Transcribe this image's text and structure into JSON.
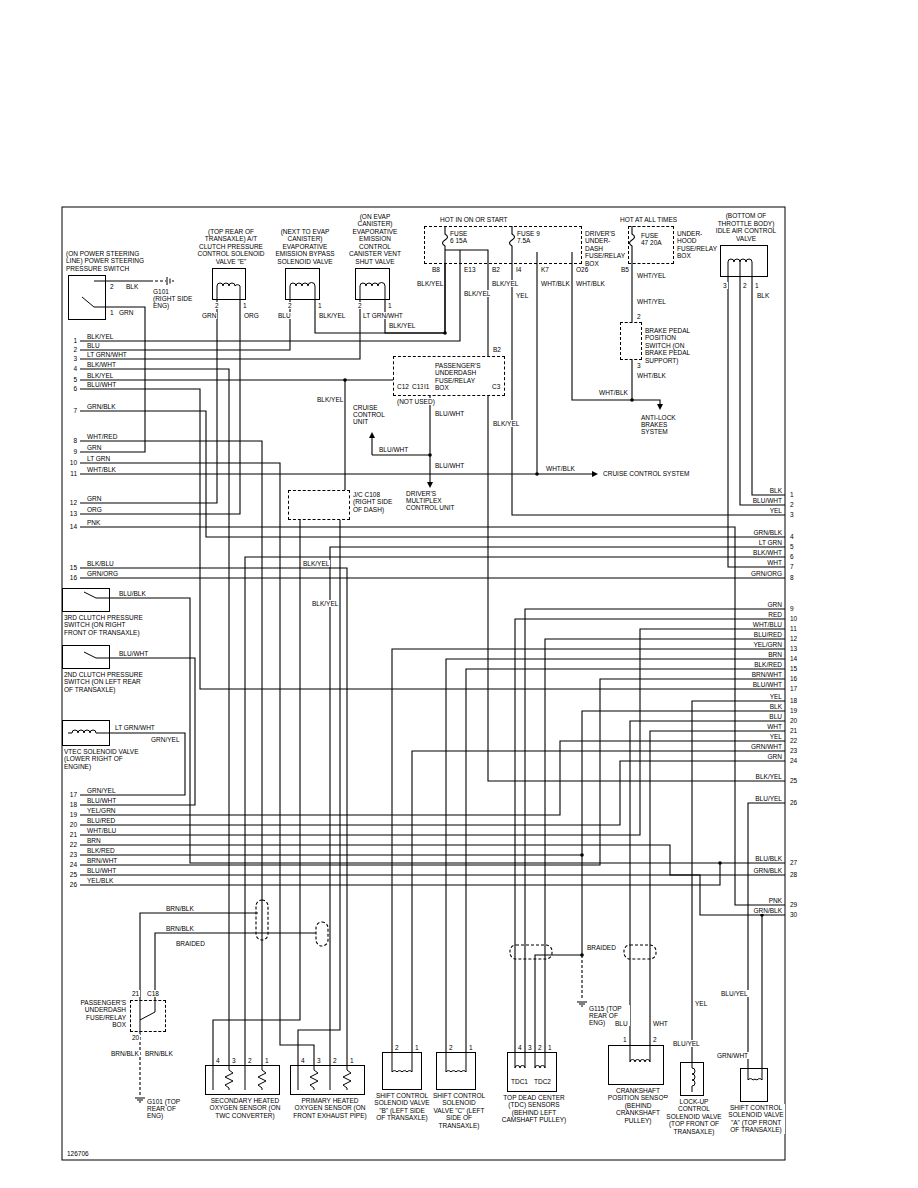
{
  "diagram": {
    "nodes": [
      {
        "text": [
          "(ON POWER STEERING LINE) POWER STEERING PRESSURE SWITCH"
        ]
      },
      {
        "text": [
          "(TOP REAR OF TRANSAXLE) A/T CLUTCH PRESSURE CONTROL SOLENOID VALVE \"E\""
        ]
      },
      {
        "text": [
          "(NEXT TO EVAP CANISTER) EVAPORATIVE EMISSION BYPASS SOLENOID VALVE"
        ]
      },
      {
        "text": [
          "(ON EVAP CANISTER) EVAPORATIVE EMISSION CONTROL CANISTER VENT SHUT VALVE"
        ]
      },
      {
        "text": [
          "HOT IN ON OR START",
          "DRIVER'S UNDER-DASH FUSE/RELAY BOX"
        ]
      },
      {
        "text": [
          "HOT AT ALL TIMES",
          "UNDER-HOOD FUSE/RELAY BOX"
        ]
      },
      {
        "text": [
          "(BOTTOM OF THROTTLE BODY) IDLE AIR CONTROL VALVE"
        ]
      },
      {
        "text": [
          "BRAKE PEDAL POSITION SWITCH (ON BRAKE PEDAL SUPPORT)"
        ]
      },
      {
        "text": [
          "PASSENGER'S UNDERDASH FUSE/RELAY BOX"
        ]
      },
      {
        "text": [
          "J/C C108 (RIGHT SIDE OF DASH)"
        ]
      },
      {
        "text": [
          "3RD CLUTCH PRESSURE SWITCH (ON RIGHT FRONT OF TRANSAXLE)"
        ]
      },
      {
        "text": [
          "2ND CLUTCH PRESSURE SWITCH (ON LEFT REAR OF TRANSAXLE)"
        ]
      },
      {
        "text": [
          "VTEC SOLENOID VALVE (LOWER RIGHT OF ENGINE)"
        ]
      },
      {
        "text": [
          "PASSENGER'S UNDERDASH FUSE/RELAY BOX"
        ]
      },
      {
        "text": [
          "SECONDARY HEATED OXYGEN SENSOR (ON TWC CONVERTER)"
        ]
      },
      {
        "text": [
          "PRIMARY HEATED OXYGEN SENSOR (ON FRONT EXHAUST PIPE)"
        ]
      },
      {
        "text": [
          "SHIFT CONTROL SOLENOID VALVE \"B\" (LEFT SIDE OF TRANSAXLE)"
        ]
      },
      {
        "text": [
          "SHIFT CONTROL SOLENOID VALVE \"C\" (LEFT SIDE OF TRANSAXLE)"
        ]
      },
      {
        "text": [
          "TOP DEAD CENTER (TDC) SENSORS (BEHIND LEFT CAMSHAFT PULLEY)"
        ]
      },
      {
        "text": [
          "CRANKSHAFT POSITION SENSOR (BEHIND CRANKSHAFT PULLEY)"
        ]
      },
      {
        "text": [
          "LOCK-UP CONTROL SOLENOID VALVE (TOP FRONT OF TRANSAXLE)"
        ]
      },
      {
        "text": [
          "SHIFT CONTROL SOLENOID VALVE \"A\" (TOP FRONT OF TRANSAXLE)"
        ]
      }
    ],
    "edges": [
      {
        "from": 4,
        "to": 3,
        "arrow": "none"
      },
      {
        "from": 4,
        "to": 2,
        "arrow": "none"
      },
      {
        "from": 4,
        "to": 8,
        "arrow": "none"
      },
      {
        "from": 5,
        "to": 7,
        "arrow": "none"
      },
      {
        "from": 8,
        "to": 9,
        "arrow": "none"
      },
      {
        "from": 9,
        "to": 14,
        "arrow": "none"
      },
      {
        "from": 9,
        "to": 15,
        "arrow": "none"
      }
    ],
    "labels": [
      "1",
      "BLK/YEL",
      "2",
      "BLU",
      "3",
      "LT GRN/WHT",
      "4",
      "BLK/WHT",
      "5",
      "BLK/YEL",
      "6",
      "BLU/WHT",
      "7",
      "GRN/BLK",
      "8",
      "WHT/RED",
      "9",
      "GRN",
      "10",
      "LT GRN",
      "11",
      "WHT/BLK",
      "12",
      "GRN",
      "13",
      "ORG",
      "14",
      "PNK",
      "15",
      "BLK/BLU",
      "16",
      "GRN/ORG",
      "17",
      "GRN/YEL",
      "18",
      "BLU/WHT",
      "19",
      "YEL/GRN",
      "20",
      "BLU/RED",
      "21",
      "WHT/BLU",
      "22",
      "BRN",
      "23",
      "BLK/RED",
      "24",
      "BRN/WHT",
      "25",
      "BLU/WHT",
      "26",
      "YEL/BLK",
      "1",
      "BLK",
      "2",
      "BLU/WHT",
      "3",
      "YEL",
      "4",
      "GRN/BLK",
      "5",
      "LT GRN",
      "6",
      "BLK/WHT",
      "7",
      "WHT",
      "8",
      "GRN/ORG",
      "9",
      "GRN",
      "10",
      "RED",
      "11",
      "WHT/BLU",
      "12",
      "BLU/RED",
      "13",
      "YEL/GRN",
      "14",
      "BRN",
      "15",
      "BLK/RED",
      "16",
      "BRN/WHT",
      "17",
      "BLU/WHT",
      "18",
      "YEL",
      "19",
      "BLK",
      "20",
      "BLU",
      "21",
      "WHT",
      "22",
      "YEL",
      "23",
      "GRN/WHT",
      "24",
      "GRN",
      "25",
      "BLK/YEL",
      "26",
      "BLU/YEL",
      "27",
      "BLU/BLK",
      "28",
      "GRN/BLK",
      "29",
      "PNK",
      "30",
      "GRN/BLK",
      "2",
      "BLK",
      "1",
      "GRN",
      "G101 (RIGHT SIDE ENG)",
      "2",
      "1",
      "GRN",
      "ORG",
      "2",
      "1",
      "BLU",
      "BLK/YEL",
      "2",
      "1",
      "LT GRN/WHT",
      "BLK/YEL",
      "FUSE 6 15A",
      "FUSE 9 7.5A",
      "B8",
      "E13",
      "B2",
      "I4",
      "K7",
      "O26",
      "BLK/YEL",
      "BLK/YEL",
      "BLK/YEL",
      "YEL",
      "WHT/BLK",
      "WHT/BLK",
      "FUSE 47 20A",
      "B5",
      "WHT/YEL",
      "WHT/YEL",
      "3",
      "2",
      "1",
      "BLK",
      "2",
      "3",
      "WHT/BLK",
      "WHT/BLK",
      "ANTI-LOCK BRAKES SYSTEM",
      "B2",
      "C12",
      "C13",
      "(NOT USED)",
      "I1",
      "C3",
      "BLK/YEL",
      "CRUISE CONTROL UNIT",
      "BLU/WHT",
      "BLU/WHT",
      "BLU/WHT",
      "DRIVER'S MULTIPLEX CONTROL UNIT",
      "BLK/YEL",
      "WHT/BLK",
      "CRUISE CONTROL SYSTEM",
      "BLK/YEL",
      "BLK/YEL",
      "BLU/BLK",
      "BLU/WHT",
      "LT GRN/WHT",
      "GRN/YEL",
      "BRN/BLK",
      "BRN/BLK",
      "BRAIDED",
      "21",
      "C18",
      "20",
      "BRN/BLK",
      "BRN/BLK",
      "G101 (TOP REAR OF ENG)",
      "4",
      "3",
      "2",
      "1",
      "4",
      "3",
      "2",
      "1",
      "2",
      "1",
      "2",
      "1",
      "4",
      "3",
      "2",
      "1",
      "TDC1",
      "TDC2",
      "BRAIDED",
      "G115 (TOP REAR OF ENG)",
      "BLU",
      "WHT",
      "1",
      "2",
      "YEL",
      "BLU/YEL",
      "BLU/YEL",
      "GRN/WHT",
      "126706"
    ]
  }
}
